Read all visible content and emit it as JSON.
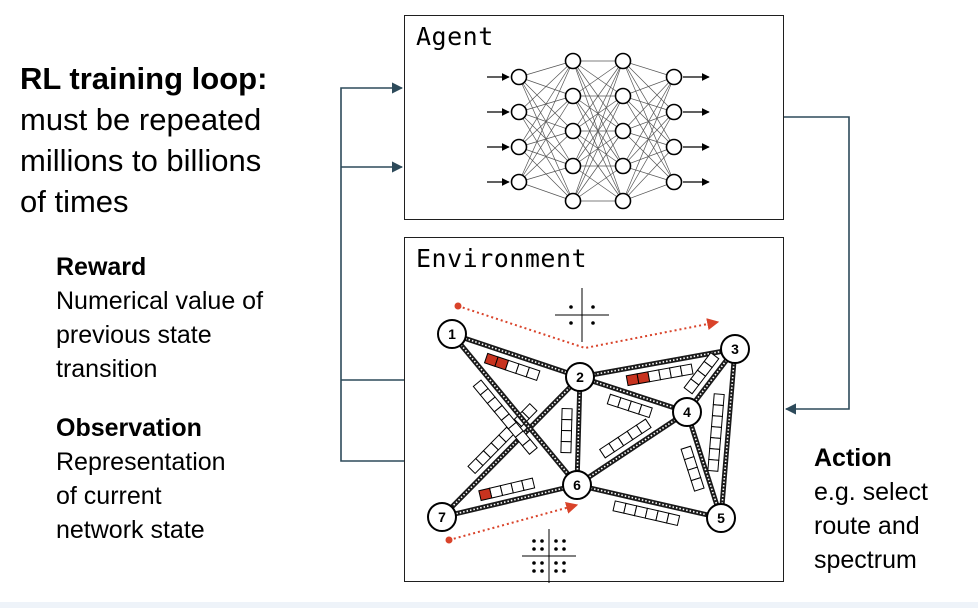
{
  "title": {
    "bold": "RL training loop:",
    "lines": [
      "must be repeated",
      "millions to billions",
      "of times"
    ]
  },
  "reward": {
    "heading": "Reward",
    "lines": [
      "Numerical value of",
      "previous state",
      "transition"
    ]
  },
  "observation": {
    "heading": "Observation",
    "lines": [
      "Representation",
      "of current",
      "network state"
    ]
  },
  "action": {
    "heading": "Action",
    "lines": [
      "e.g. select",
      "route and",
      "spectrum"
    ]
  },
  "agent": {
    "label": "Agent"
  },
  "environment": {
    "label": "Environment",
    "nodes": [
      "1",
      "2",
      "3",
      "4",
      "5",
      "6",
      "7"
    ]
  },
  "colors": {
    "arrow": "#2d4a5a",
    "occupied_slot": "#c8331f",
    "traffic_arrow": "#d9432a",
    "node_stroke": "#000000"
  }
}
